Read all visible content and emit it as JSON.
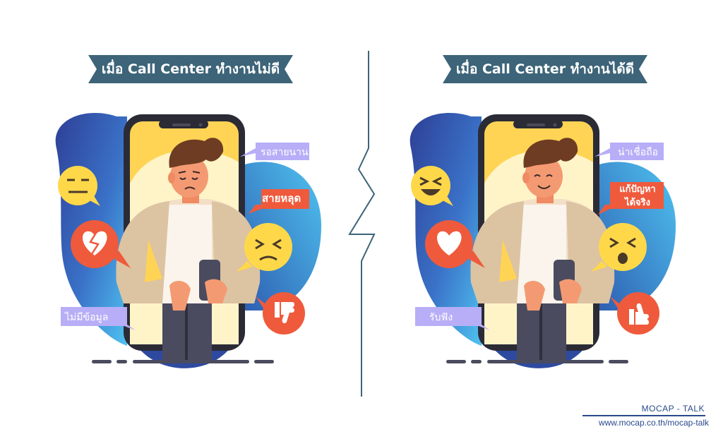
{
  "left_panel": {
    "title": "เมื่อ Call Center ทำงานไม่ดี",
    "labels": {
      "wait_long": "รอสายนาน",
      "call_dropped": "สายหลุด",
      "no_info": "ไม่มีข้อมูล"
    },
    "icons": [
      "annoyed-face-icon",
      "broken-heart-icon",
      "frustrated-face-icon",
      "thumbs-down-icon"
    ],
    "face_mood": "unhappy"
  },
  "right_panel": {
    "title": "เมื่อ Call Center ทำงานได้ดี",
    "labels": {
      "trustworthy": "น่าเชื่อถือ",
      "solve_line1": "แก้ปัญหา",
      "solve_line2": "ได้จริง",
      "listens": "รับฟัง"
    },
    "icons": [
      "laughing-face-icon",
      "heart-icon",
      "surprised-face-icon",
      "thumbs-up-icon"
    ],
    "face_mood": "happy"
  },
  "footer": {
    "brand": "MOCAP - TALK",
    "url": "www.mocap.co.th/mocap-talk"
  },
  "colors": {
    "banner": "#3d6478",
    "blob_dark": "#2e4aa0",
    "blob_light": "#4fb8ec",
    "phone_screen": "#ffd455",
    "phone_frame": "#2b2b36",
    "bubble_red": "#ef5a3c",
    "label_purple": "#b7aef7",
    "emoji_yellow": "#ffd84a",
    "footer_text": "#2b4a8c"
  }
}
